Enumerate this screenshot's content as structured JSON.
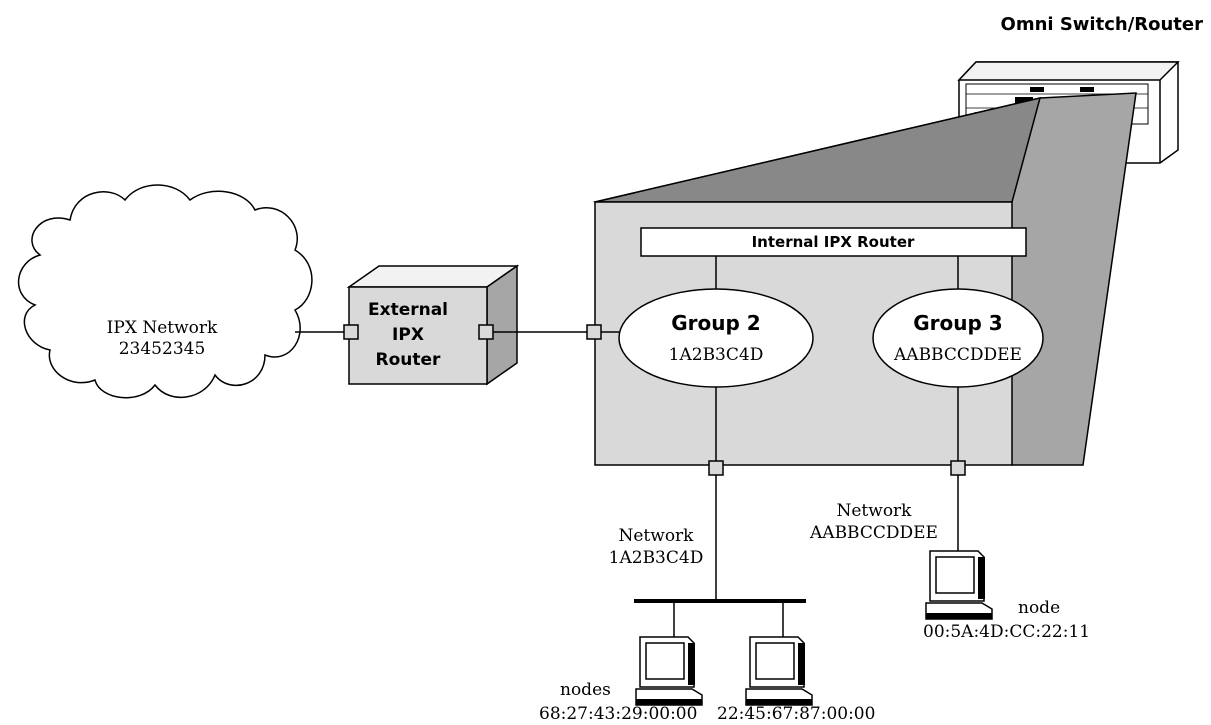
{
  "switch_router": {
    "title": "Omni Switch/Router"
  },
  "cloud": {
    "label_line1": "IPX Network",
    "label_line2": "23452345"
  },
  "external_router": {
    "line1": "External",
    "line2": "IPX",
    "line3": "Router"
  },
  "internal_router": {
    "label": "Internal IPX Router"
  },
  "groups": [
    {
      "title": "Group 2",
      "network": "1A2B3C4D"
    },
    {
      "title": "Group 3",
      "network": "AABBCCDDEE"
    }
  ],
  "network_left": {
    "line1": "Network",
    "line2": "1A2B3C4D"
  },
  "network_right": {
    "line1": "Network",
    "line2": "AABBCCDDEE"
  },
  "nodes_label": "nodes",
  "node_label": "node",
  "node_addresses": [
    "68:27:43:29:00:00",
    "22:45:67:87:00:00",
    "00:5A:4D:CC:22:11"
  ],
  "colors": {
    "fill_gray": "#d9d9d9",
    "shade_gray": "#a6a6a6",
    "dark_gray": "#888888",
    "line": "#000000"
  }
}
